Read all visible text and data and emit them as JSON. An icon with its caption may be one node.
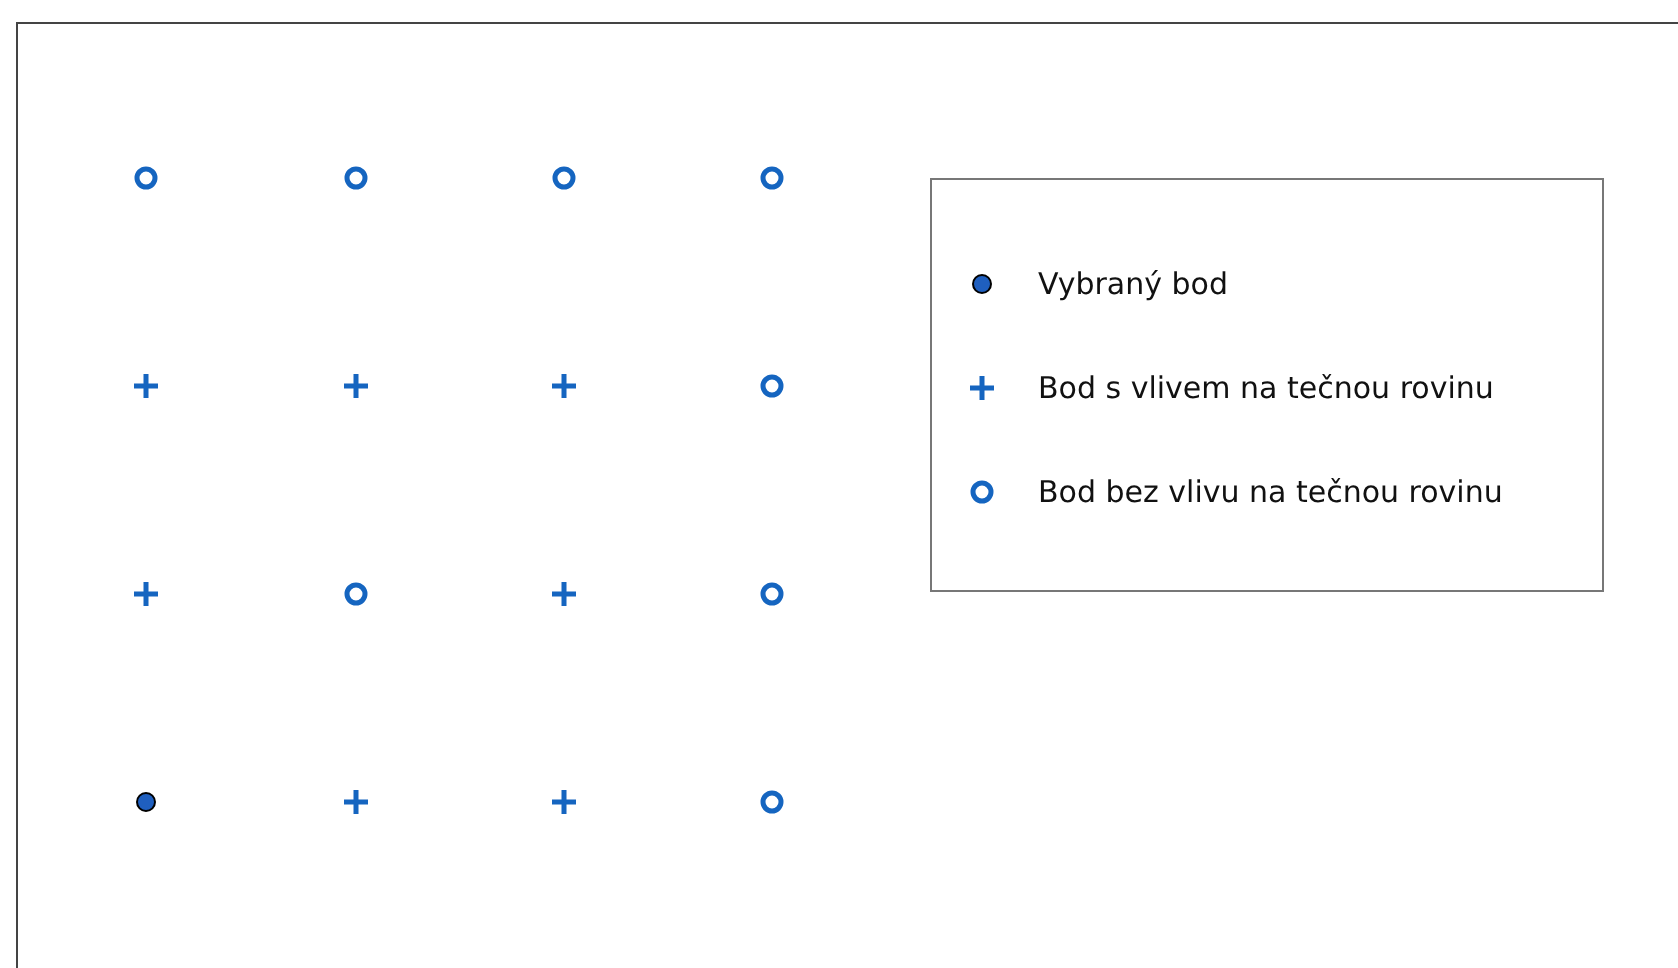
{
  "diagram": {
    "legend": [
      {
        "text": "Vybraný bod"
      },
      {
        "text": "Bod s vlivem na tečnou rovinu"
      },
      {
        "text": "Bod bez vlivu na tečnou rovinu"
      }
    ]
  }
}
